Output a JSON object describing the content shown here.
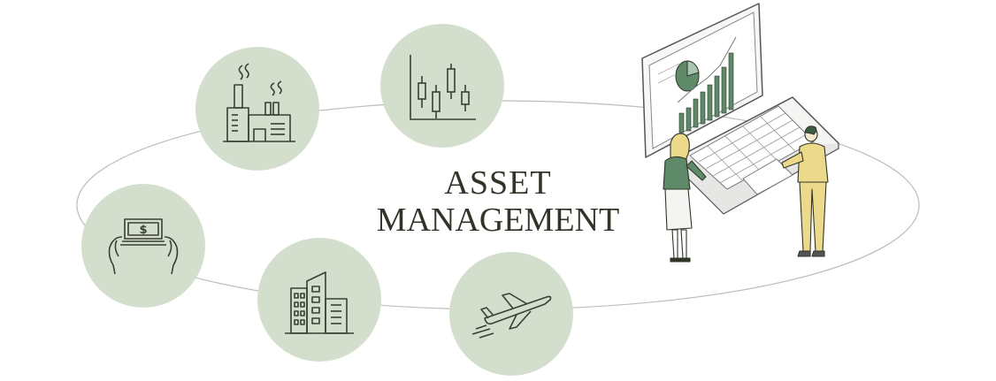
{
  "title": {
    "line1": "ASSET",
    "line2": "MANAGEMENT"
  },
  "icons": [
    {
      "name": "factory-icon"
    },
    {
      "name": "candlestick-chart-icon"
    },
    {
      "name": "money-hands-icon"
    },
    {
      "name": "office-buildings-icon"
    },
    {
      "name": "airplane-icon"
    }
  ],
  "illustration": {
    "name": "people-with-laptop-chart"
  },
  "colors": {
    "circle_fill": "#d3dfcc",
    "accent_green": "#5e8a6a",
    "line": "#3a3f36",
    "orbit": "#bdbdbd",
    "suit_yellow": "#ecd98c"
  }
}
